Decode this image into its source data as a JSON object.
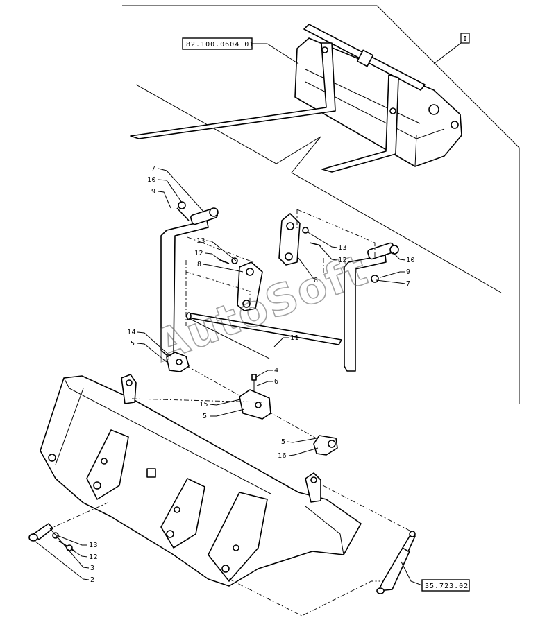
{
  "references": {
    "top_assembly": "82.100.0604 01",
    "cylinder": "35.723.02",
    "frame_marker": "I"
  },
  "callouts": [
    {
      "id": "c7a",
      "text": "7"
    },
    {
      "id": "c10a",
      "text": "10"
    },
    {
      "id": "c9a",
      "text": "9"
    },
    {
      "id": "c13a",
      "text": "13"
    },
    {
      "id": "c12a",
      "text": "12"
    },
    {
      "id": "c8a",
      "text": "8"
    },
    {
      "id": "c13b",
      "text": "13"
    },
    {
      "id": "c12b",
      "text": "12"
    },
    {
      "id": "c8b",
      "text": "8"
    },
    {
      "id": "c10b",
      "text": "10"
    },
    {
      "id": "c9b",
      "text": "9"
    },
    {
      "id": "c7b",
      "text": "7"
    },
    {
      "id": "c11",
      "text": "11"
    },
    {
      "id": "c14",
      "text": "14"
    },
    {
      "id": "c5a",
      "text": "5"
    },
    {
      "id": "c4",
      "text": "4"
    },
    {
      "id": "c6",
      "text": "6"
    },
    {
      "id": "c15",
      "text": "15"
    },
    {
      "id": "c5b",
      "text": "5"
    },
    {
      "id": "c5c",
      "text": "5"
    },
    {
      "id": "c16",
      "text": "16"
    },
    {
      "id": "c13c",
      "text": "13"
    },
    {
      "id": "c12c",
      "text": "12"
    },
    {
      "id": "c3",
      "text": "3"
    },
    {
      "id": "c2",
      "text": "2"
    }
  ],
  "watermark": "AutoSoft"
}
